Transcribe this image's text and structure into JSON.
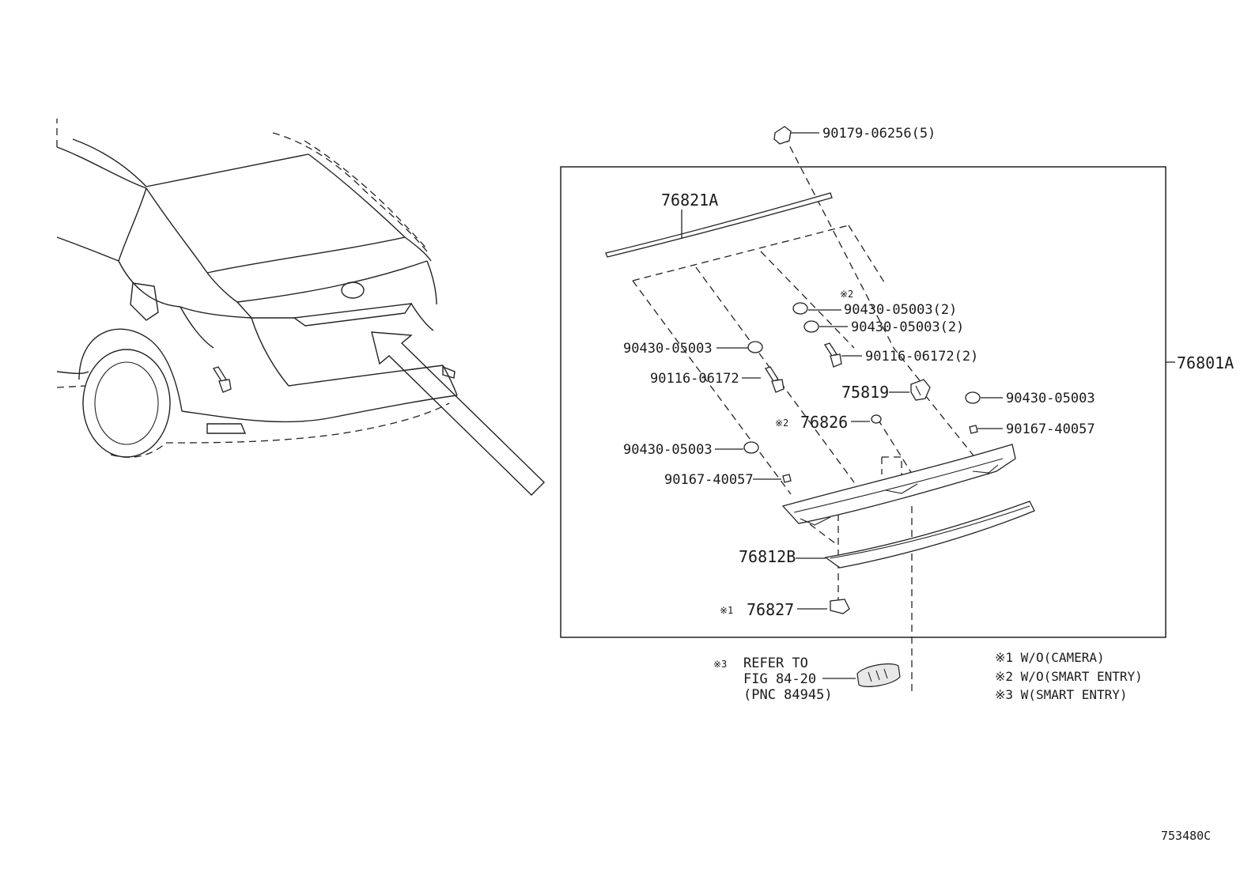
{
  "figure_id": "753480C",
  "assembly_label": "76801A",
  "parts": {
    "clip_top": "90179-06256(5)",
    "molding_top": "76821A",
    "note2_mark": "※2",
    "washer_a": "90430-05003(2)",
    "washer_b": "90430-05003(2)",
    "washer_left_upper": "90430-05003",
    "bolt_right": "90116-06172(2)",
    "bolt_left": "90116-06172",
    "part_75819": "75819",
    "washer_right": "90430-05003",
    "part_76826_mark": "※2",
    "part_76826": "76826",
    "screw_right": "90167-40057",
    "washer_left_lower": "90430-05003",
    "screw_left": "90167-40057",
    "garnish": "76812B",
    "part_76827_mark": "※1",
    "part_76827": "76827"
  },
  "reference": {
    "mark": "※3",
    "line1": "REFER TO",
    "line2": "FIG 84-20",
    "line3": "(PNC 84945)"
  },
  "notes": [
    "※1 W/O(CAMERA)",
    "※2 W/O(SMART ENTRY)",
    "※3 W(SMART ENTRY)"
  ]
}
